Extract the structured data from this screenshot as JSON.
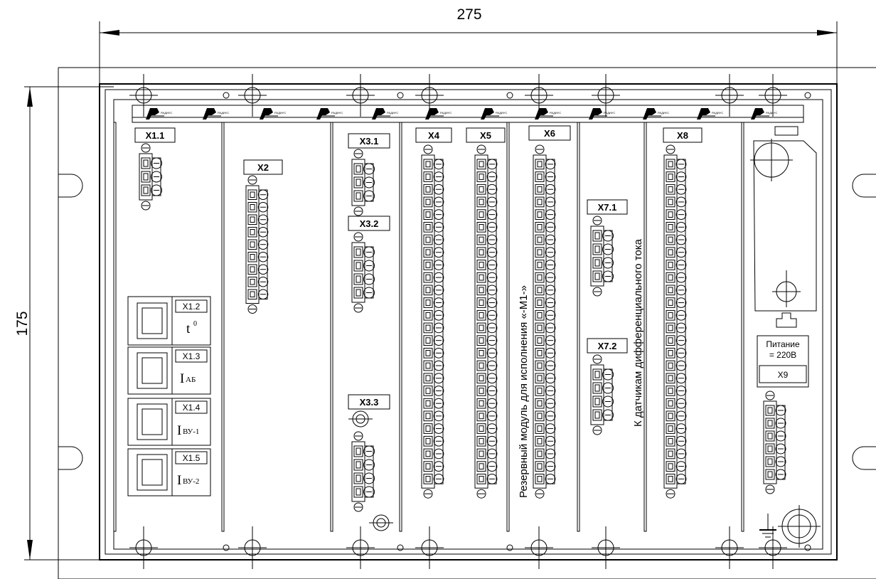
{
  "dimensions": {
    "width": "275",
    "height": "175"
  },
  "connectors": {
    "x1_1": "X1.1",
    "x1_2": "X1.2",
    "x1_3": "X1.3",
    "x1_4": "X1.4",
    "x1_5": "X1.5",
    "x2": "X2",
    "x3_1": "X3.1",
    "x3_2": "X3.2",
    "x3_3": "X3.3",
    "x4": "X4",
    "x5": "X5",
    "x6": "X6",
    "x7_1": "X7.1",
    "x7_2": "X7.2",
    "x8": "X8",
    "x9": "X9"
  },
  "port_labels": {
    "t0_base": "t",
    "t0_sup": "0",
    "iab_base": "I",
    "iab_sub": "АБ",
    "ivu1_base": "I",
    "ivu1_sub": "ВУ-1",
    "ivu2_base": "I",
    "ivu2_sub": "ВУ-2"
  },
  "notes": {
    "reserve_module": "Резервный модуль для исполнения «-М1-»",
    "diff_sensors": "К датчикам дифференциального тока",
    "power_line1": "Питание",
    "power_line2": "= 220В"
  },
  "logo_text": "РАДИУС"
}
